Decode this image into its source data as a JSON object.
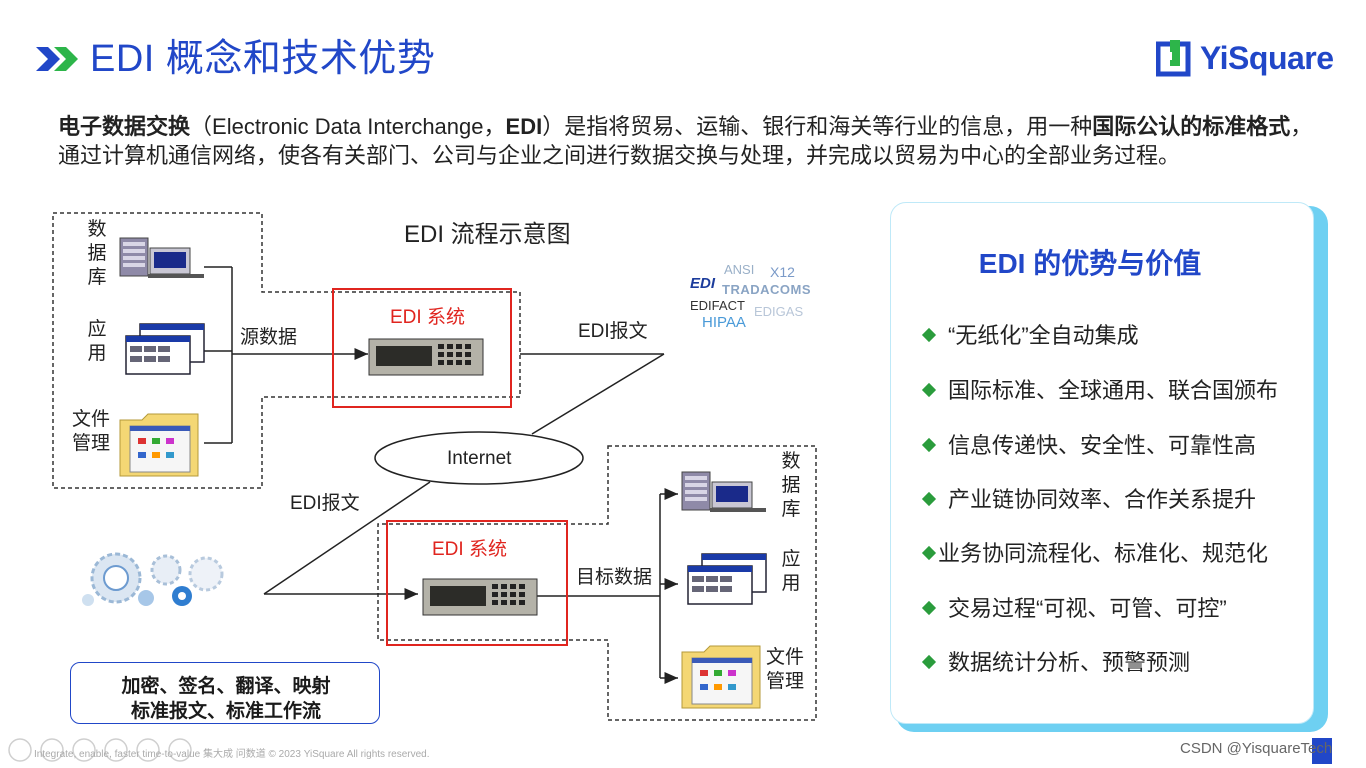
{
  "header": {
    "title": "EDI 概念和技术优势",
    "brand": "YiSquare"
  },
  "intro": {
    "term": "电子数据交换",
    "part1": "（Electronic Data Interchange，",
    "abbr": "EDI",
    "part2": "）是指将贸易、运输、银行和海关等行业的信息，用一种",
    "emph": "国际公认的标准格式",
    "part3": "，通过计算机通信网络，使各有关部门、公司与企业之间进行数据交换与处理，并完成以贸易为中心的全部业务过程。"
  },
  "diagram": {
    "title": "EDI 流程示意图",
    "left_sources": [
      {
        "label": "数据库",
        "icon": "database-server-icon"
      },
      {
        "label": "应用",
        "icon": "application-window-icon"
      },
      {
        "label": "文件管理",
        "icon": "file-folder-icon"
      }
    ],
    "source_data_label": "源数据",
    "edi_system_label": "EDI 系统",
    "edi_message_label": "EDI报文",
    "internet_label": "Internet",
    "target_data_label": "目标数据",
    "right_targets": [
      {
        "label": "数据库",
        "icon": "database-server-icon"
      },
      {
        "label": "应用",
        "icon": "application-window-icon"
      },
      {
        "label": "文件管理",
        "icon": "file-folder-icon"
      }
    ],
    "standards": [
      "EDI",
      "ANSI",
      "X12",
      "TRADACOMS",
      "EDIFACT",
      "EDIGAS",
      "HIPAA"
    ],
    "crypto_line1": "加密、签名、翻译、映射",
    "crypto_line2": "标准报文、标准工作流"
  },
  "advantages": {
    "title": "EDI 的优势与价值",
    "items": [
      "“无纸化”全自动集成",
      "国际标准、全球通用、联合国颁布",
      "信息传递快、安全性、可靠性高",
      "产业链协同效率、合作关系提升",
      "业务协同流程化、标准化、规范化",
      "交易过程“可视、可管、可控”",
      "数据统计分析、预警预测"
    ]
  },
  "footer": {
    "text": "Integrate, enable, faster time-to-value   集大成 问数道   © 2023 YiSquare All rights reserved.",
    "watermark": "CSDN @YisquareTech"
  },
  "colors": {
    "brand_blue": "#2147c8",
    "accent_red": "#e0251f",
    "bullet_green": "#2a9c3c",
    "card_border": "#6ed0f2"
  }
}
